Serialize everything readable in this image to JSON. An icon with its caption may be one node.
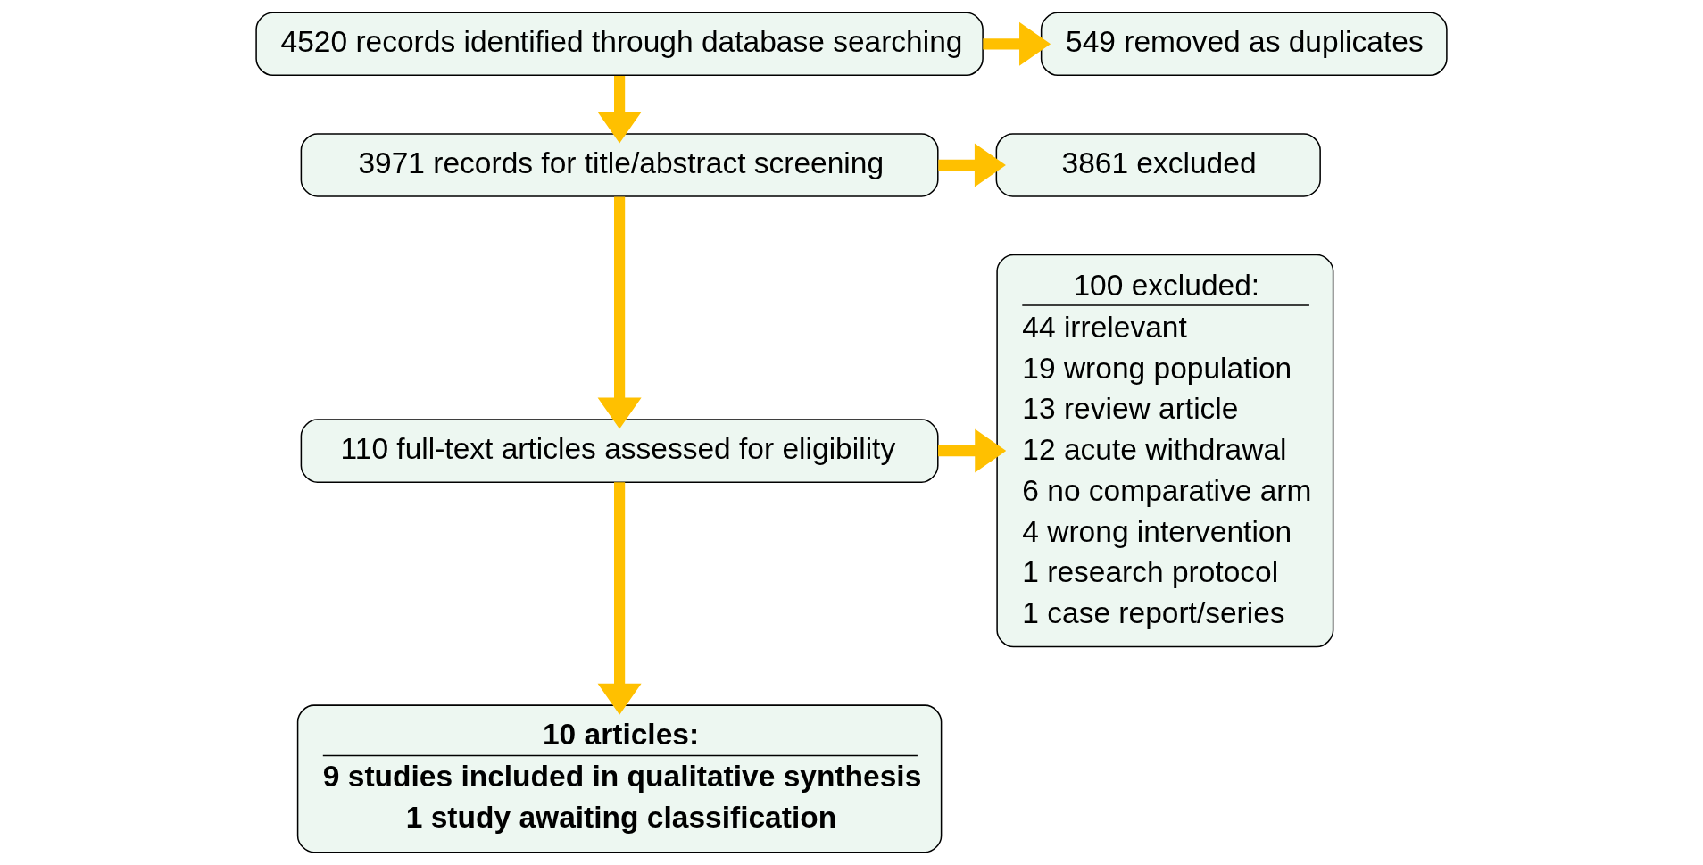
{
  "diagram": {
    "nodes": [
      {
        "text": [
          "4520 records identified through database searching"
        ]
      },
      {
        "text": [
          "549 removed as duplicates"
        ]
      },
      {
        "text": [
          "3971 records for title/abstract screening"
        ]
      },
      {
        "text": [
          "3861 excluded"
        ]
      },
      {
        "text": [
          "110 full-text articles assessed for eligibility"
        ]
      },
      {
        "text": [
          "100 excluded:",
          "44 irrelevant",
          "19 wrong population",
          "13 review article",
          "12 acute withdrawal",
          "6 no comparative arm",
          "4 wrong intervention",
          "1 research protocol",
          "1 case report/series"
        ]
      },
      {
        "text": [
          "10 articles:",
          "9 studies included in qualitative synthesis",
          "1 study awaiting classification"
        ]
      }
    ],
    "edges": [
      {
        "from": 0,
        "to": 1,
        "arrow": "to"
      },
      {
        "from": 0,
        "to": 2,
        "arrow": "to"
      },
      {
        "from": 2,
        "to": 3,
        "arrow": "to"
      },
      {
        "from": 2,
        "to": 4,
        "arrow": "to"
      },
      {
        "from": 4,
        "to": 5,
        "arrow": "to"
      },
      {
        "from": 4,
        "to": 6,
        "arrow": "to"
      }
    ]
  }
}
